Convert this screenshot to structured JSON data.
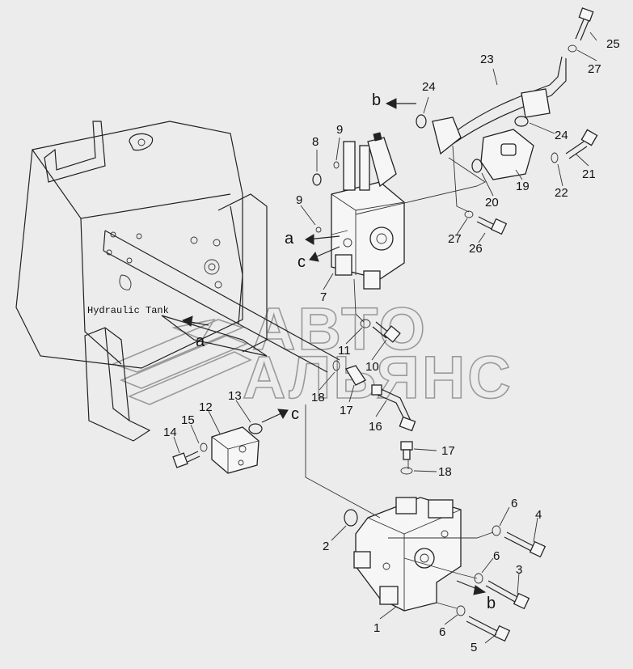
{
  "diagram": {
    "tank_label": "Hydraulic Tank",
    "watermark": {
      "line1": "АВТО",
      "line2": "АЛЬЯНС"
    },
    "callouts": {
      "c1": "1",
      "c2": "2",
      "c3": "3",
      "c4": "4",
      "c5": "5",
      "c6a": "6",
      "c6b": "6",
      "c6c": "6",
      "c7": "7",
      "c8": "8",
      "c9a": "9",
      "c9b": "9",
      "c10": "10",
      "c11": "11",
      "c12": "12",
      "c13": "13",
      "c14": "14",
      "c15": "15",
      "c16": "16",
      "c17a": "17",
      "c17b": "17",
      "c18a": "18",
      "c18b": "18",
      "c19": "19",
      "c20": "20",
      "c21": "21",
      "c22": "22",
      "c23": "23",
      "c24a": "24",
      "c24b": "24",
      "c25": "25",
      "c26": "26",
      "c27a": "27",
      "c27b": "27"
    },
    "letters": {
      "a1": "a",
      "a2": "a",
      "b1": "b",
      "b2": "b",
      "c1": "c",
      "c2": "c"
    }
  }
}
